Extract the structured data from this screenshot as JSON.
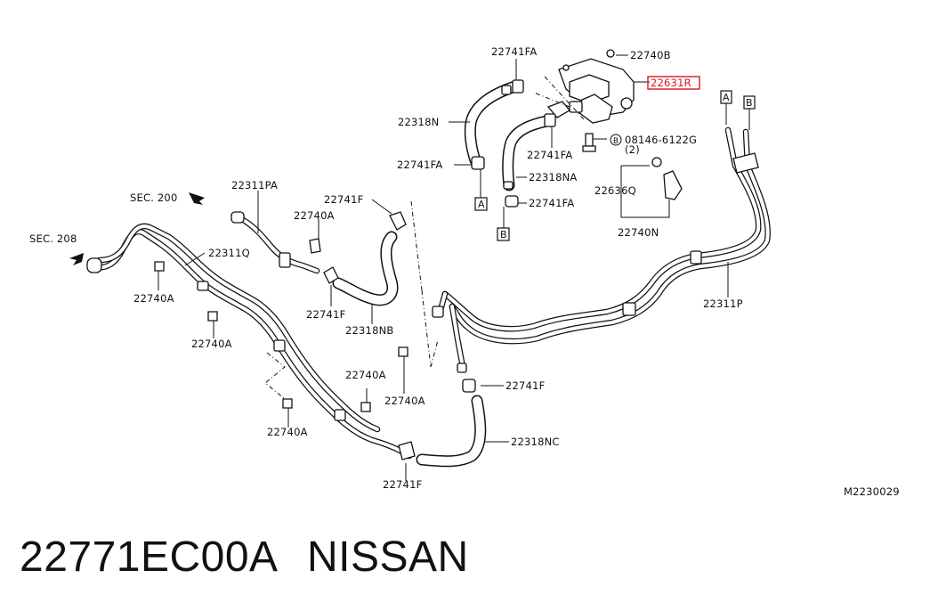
{
  "labels": {
    "l22741FA_top": "22741FA",
    "l22740B": "22740B",
    "l22631R": "22631R",
    "l22318N": "22318N",
    "l22741FA_mid": "22741FA",
    "l08146": "08146-6122G",
    "l08146_qty": "(2)",
    "l22741FA_left": "22741FA",
    "l22318NA": "22318NA",
    "l22636Q": "22636Q",
    "l22741FA_low": "22741FA",
    "l22740N": "22740N",
    "lSEC200": "SEC. 200",
    "l22311PA": "22311PA",
    "l22741F_a": "22741F",
    "l22740A_a": "22740A",
    "lSEC208": "SEC. 208",
    "l22311Q": "22311Q",
    "l22740A_b": "22740A",
    "l22741F_b": "22741F",
    "l22318NB": "22318NB",
    "l22740A_c": "22740A",
    "l22311P": "22311P",
    "l22741F_c": "22741F",
    "l22740A_d": "22740A",
    "l22740A_e": "22740A",
    "l22318NC": "22318NC",
    "l22740A_f": "22740A",
    "l22741F_d": "22741F",
    "lDrawingNo": "M2230029"
  },
  "markers": {
    "A": "A",
    "B": "B",
    "circleB": "B"
  },
  "highlight": {
    "part": "22631R",
    "color": "#e0141e"
  },
  "footer": {
    "part_number": "22771EC00A",
    "brand": "NISSAN"
  }
}
